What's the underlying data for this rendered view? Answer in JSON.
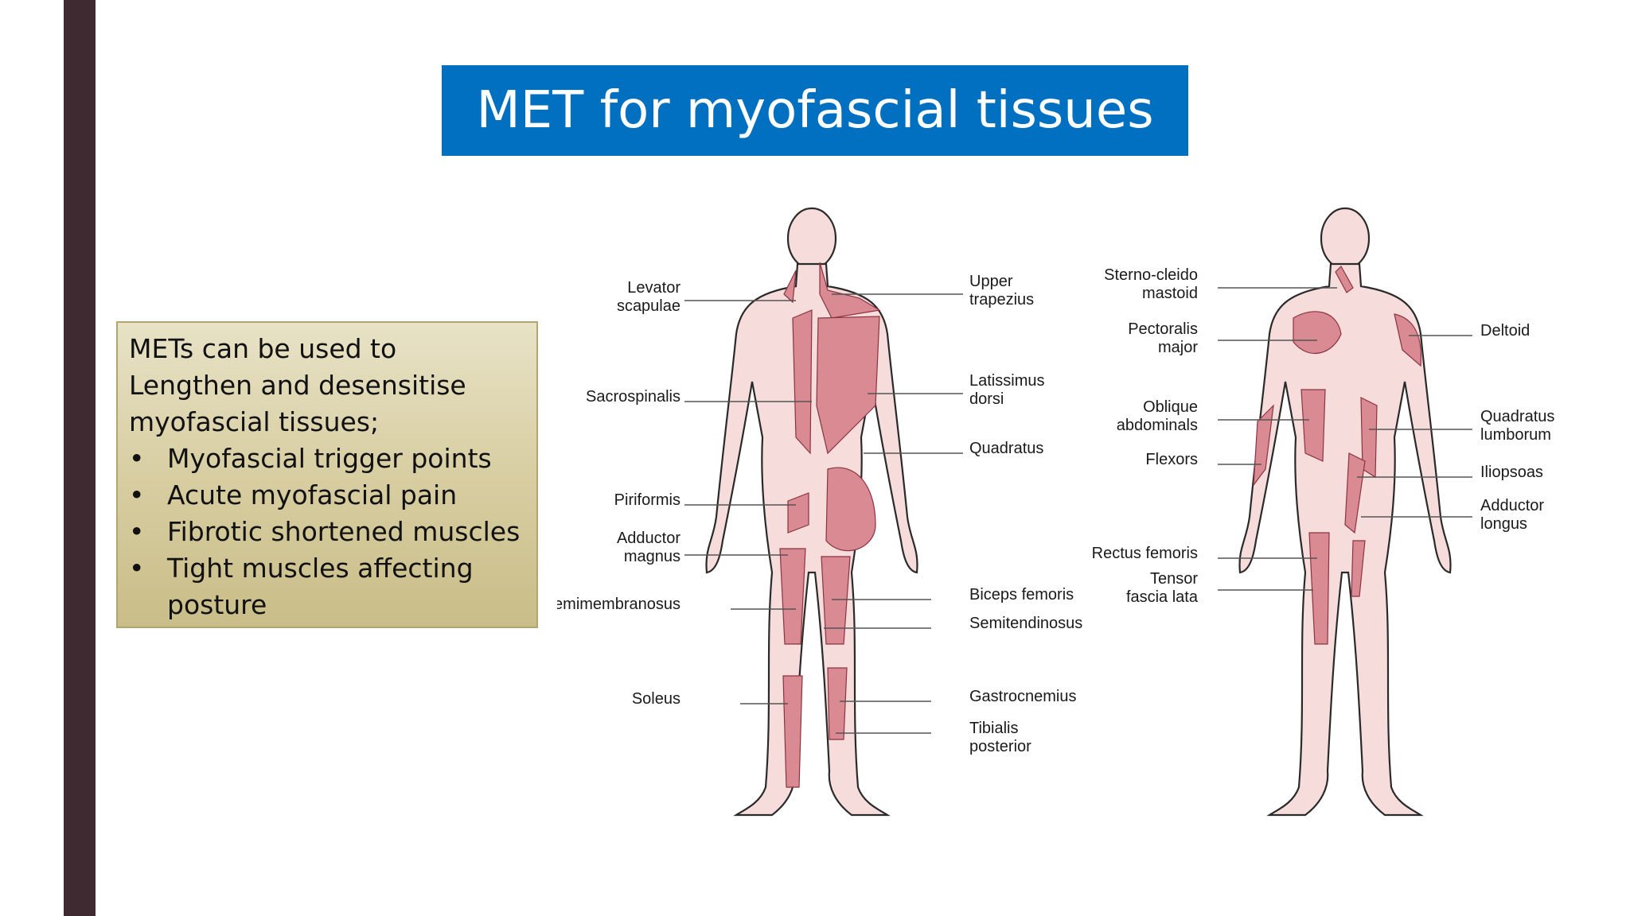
{
  "slide": {
    "title": "MET for myofascial tissues",
    "text_box": {
      "intro": "METs can be used to Lengthen and desensitise myofascial tissues;",
      "bullets": [
        "Myofascial trigger points",
        "Acute myofascial pain",
        "Fibrotic shortened muscles",
        "Tight muscles affecting posture"
      ]
    },
    "colors": {
      "title_bg": "#0170c1",
      "left_bar": "#3f2a31",
      "box_bg": "#d6cc9f"
    }
  },
  "figure": {
    "posterior_left_labels": [
      [
        "Levator",
        "scapulae"
      ],
      [
        "Sacrospinalis"
      ],
      [
        "Piriformis"
      ],
      [
        "Adductor",
        "magnus"
      ],
      [
        "Semimembranosus"
      ],
      [
        "Soleus"
      ]
    ],
    "posterior_right_labels": [
      [
        "Upper",
        "trapezius"
      ],
      [
        "Latissimus",
        "dorsi"
      ],
      [
        "Quadratus"
      ],
      [
        "Biceps femoris"
      ],
      [
        "Semitendinosus"
      ],
      [
        "Gastrocnemius"
      ],
      [
        "Tibialis",
        "posterior"
      ]
    ],
    "anterior_left_labels": [
      [
        "Sterno-cleido",
        "mastoid"
      ],
      [
        "Pectoralis",
        "major"
      ],
      [
        "Oblique",
        "abdominals"
      ],
      [
        "Flexors"
      ],
      [
        "Rectus femoris"
      ],
      [
        "Tensor",
        "fascia lata"
      ]
    ],
    "anterior_right_labels": [
      [
        "Deltoid"
      ],
      [
        "Quadratus",
        "lumborum"
      ],
      [
        "Iliopsoas"
      ],
      [
        "Adductor",
        "longus"
      ]
    ]
  }
}
